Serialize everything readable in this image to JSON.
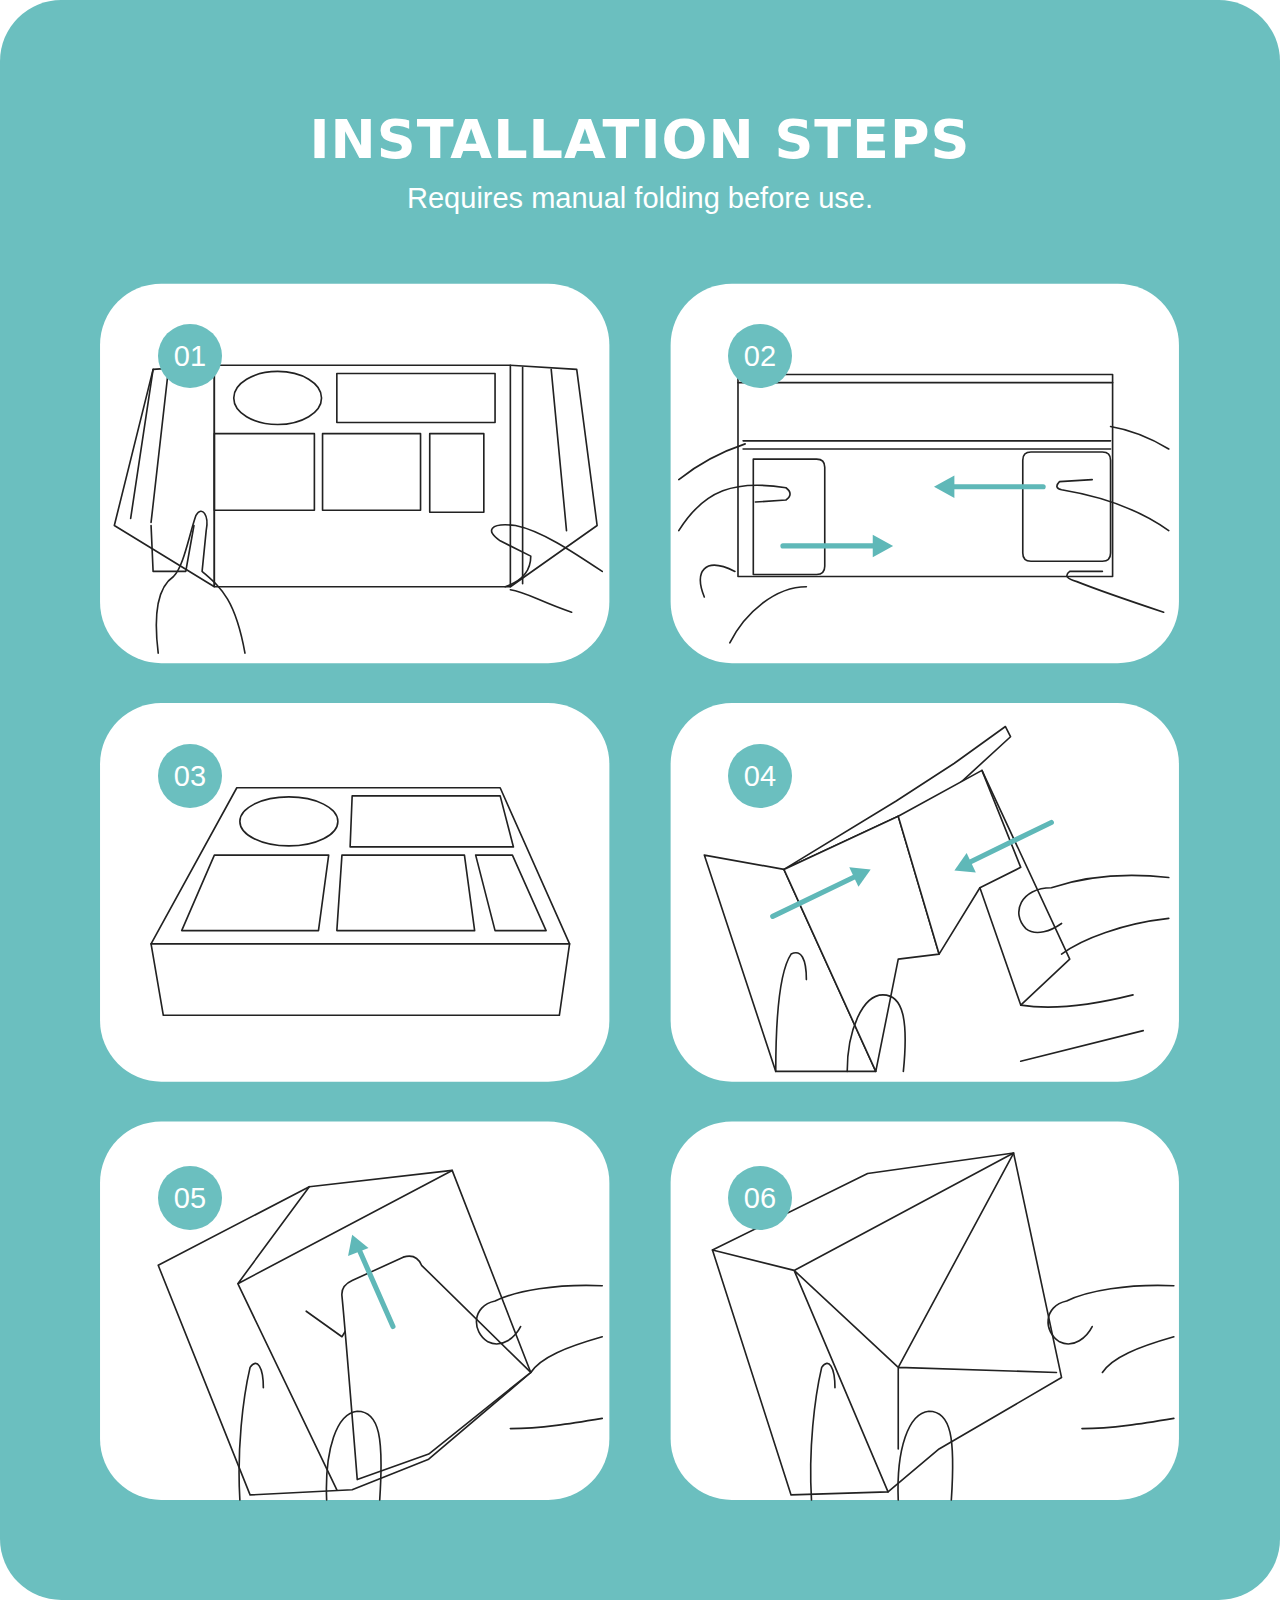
{
  "diagram": {
    "title": "INSTALLATION STEPS",
    "nodes": [
      {
        "text": [
          "01"
        ]
      },
      {
        "text": [
          "02"
        ]
      },
      {
        "text": [
          "03"
        ]
      },
      {
        "text": [
          "04"
        ]
      },
      {
        "text": [
          "05"
        ]
      },
      {
        "text": [
          "06"
        ]
      }
    ],
    "labels": [
      "Requires manual folding before use."
    ]
  }
}
